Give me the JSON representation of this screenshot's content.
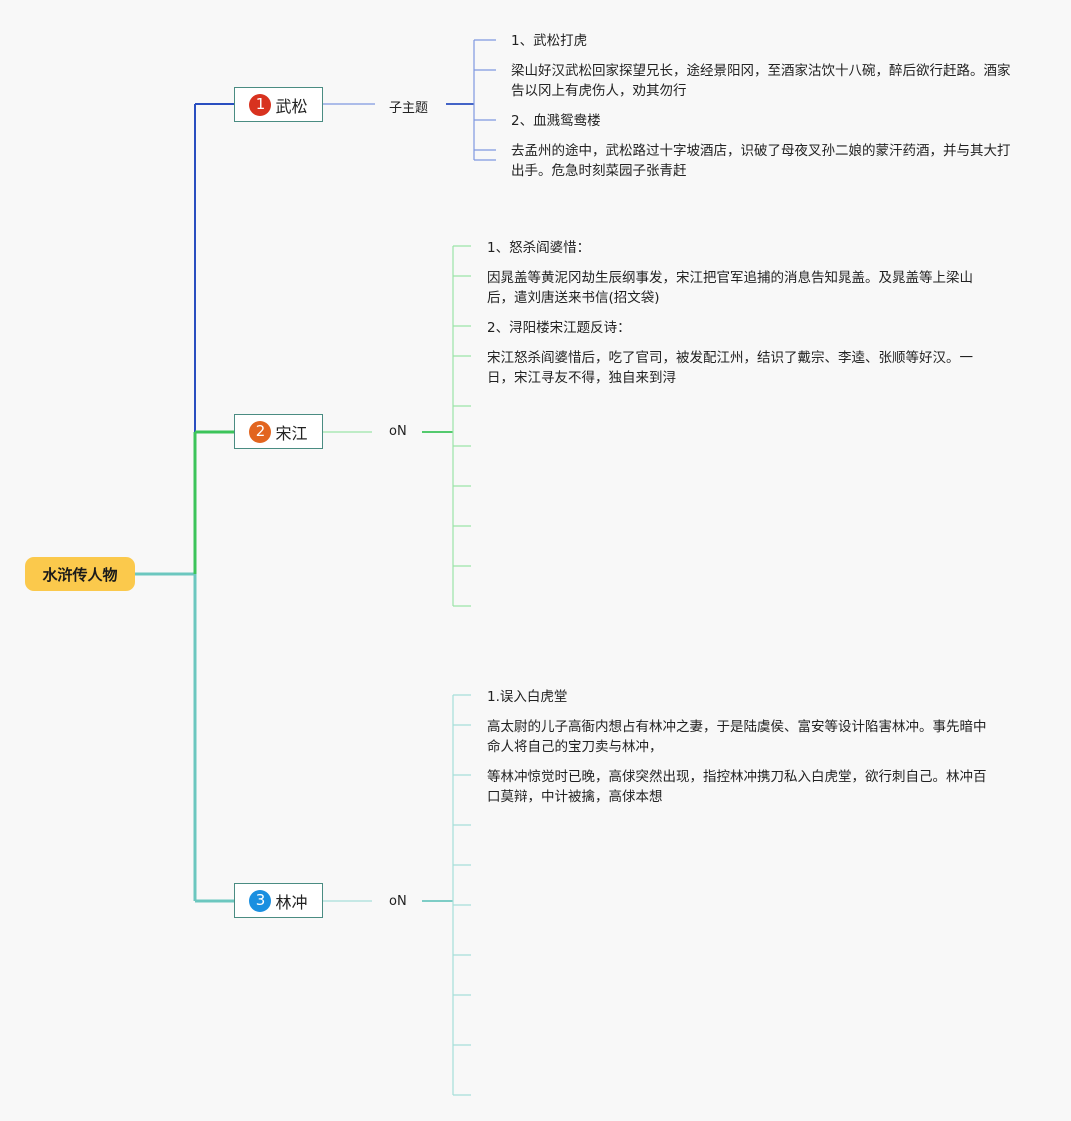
{
  "root": {
    "label": "水浒传人物"
  },
  "branches": [
    {
      "num": "1",
      "name": "武松",
      "badge_color": "#d8321f",
      "line_color": "#2a4fc0",
      "sub_label": "子主题",
      "sub_line_color": "#7f98e0",
      "items": [
        {
          "text": "1、武松打虎"
        },
        {
          "text": "梁山好汉武松回家探望兄长，途经景阳冈，至酒家沽饮十八碗，醉后欲行赶路。酒家告以冈上有虎伤人，劝其勿行"
        },
        {
          "text": "2、血溅鸳鸯楼"
        },
        {
          "text": "去孟州的途中，武松路过十字坡酒店，识破了母夜叉孙二娘的蒙汗药酒，并与其大打出手。危急时刻菜园子张青赶"
        }
      ]
    },
    {
      "num": "2",
      "name": "宋江",
      "badge_color": "#e2651f",
      "line_color": "#3cc45a",
      "sub_label": "oN",
      "sub_line_color": "#9be4a8",
      "items": [
        {
          "text": "1、怒杀阎婆惜："
        },
        {
          "text": "因晁盖等黄泥冈劫生辰纲事发，宋江把官军追捕的消息告知晁盖。及晁盖等上梁山后，遣刘唐送来书信(招文袋)"
        },
        {
          "text": "2、浔阳楼宋江题反诗："
        },
        {
          "text": "宋江怒杀阎婆惜后，吃了官司，被发配江州，结识了戴宗、李逵、张顺等好汉。一日，宋江寻友不得，独自来到浔"
        }
      ]
    },
    {
      "num": "3",
      "name": "林冲",
      "badge_color": "#1a8fe0",
      "line_color": "#6cc7bf",
      "sub_label": "oN",
      "sub_line_color": "#a6dfd9",
      "items": [
        {
          "text": "1.误入白虎堂"
        },
        {
          "text": "高太尉的儿子高衙内想占有林冲之妻，于是陆虞侯、富安等设计陷害林冲。事先暗中命人将自己的宝刀卖与林冲，"
        },
        {
          "text": "等林冲惊觉时已晚，高俅突然出现，指控林冲携刀私入白虎堂，欲行刺自己。林冲百口莫辩，中计被擒，高俅本想"
        }
      ]
    }
  ]
}
